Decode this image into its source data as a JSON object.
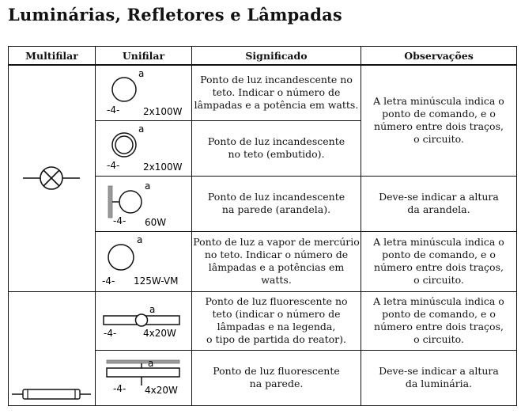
{
  "title": "Luminárias, Refletores e Lâmpadas",
  "headers": {
    "multifilar": "Multifilar",
    "unifilar": "Unifilar",
    "significado": "Significado",
    "observacoes": "Observações"
  },
  "rows": [
    {
      "sym_letter": "a",
      "sym_circuit": "-4-",
      "sym_power": "2x100W",
      "desc": [
        "Ponto de luz incandescente no",
        "teto. Indicar o número de",
        "lâmpadas e a potência em watts."
      ]
    },
    {
      "sym_letter": "a",
      "sym_circuit": "-4-",
      "sym_power": "2x100W",
      "desc": [
        "Ponto de luz incandescente",
        "no teto (embutido)."
      ]
    },
    {
      "sym_letter": "a",
      "sym_circuit": "-4-",
      "sym_power": "60W",
      "desc": [
        "Ponto de luz incandescente",
        "na parede (arandela)."
      ],
      "obs": [
        "Deve-se indicar a altura",
        "da arandela."
      ]
    },
    {
      "sym_letter": "a",
      "sym_circuit": "-4-",
      "sym_power": "125W-VM",
      "desc": [
        "Ponto de luz a vapor de mercúrio",
        "no teto. Indicar o número de",
        "lâmpadas e a potências em watts."
      ],
      "obs": [
        "A letra minúscula indica o",
        "ponto de comando, e o",
        "número entre dois traços,",
        "o circuito."
      ]
    },
    {
      "sym_letter": "a",
      "sym_circuit": "-4-",
      "sym_power": "4x20W",
      "desc": [
        "Ponto de luz fluorescente no",
        "teto (indicar o número de",
        "lâmpadas e na legenda,",
        "o tipo de partida do reator)."
      ],
      "obs": [
        "A letra minúscula indica o",
        "ponto de comando, e o",
        "número entre dois traços,",
        "o circuito."
      ]
    },
    {
      "sym_letter": "a",
      "sym_circuit": "-4-",
      "sym_power": "4x20W",
      "desc": [
        "Ponto de luz fluorescente",
        "na parede."
      ],
      "obs": [
        "Deve-se indicar a altura",
        "da luminária."
      ]
    }
  ],
  "merged_obs_1_2": [
    "A letra minúscula indica o",
    "ponto de comando, e o",
    "número entre dois traços,",
    "o circuito."
  ]
}
